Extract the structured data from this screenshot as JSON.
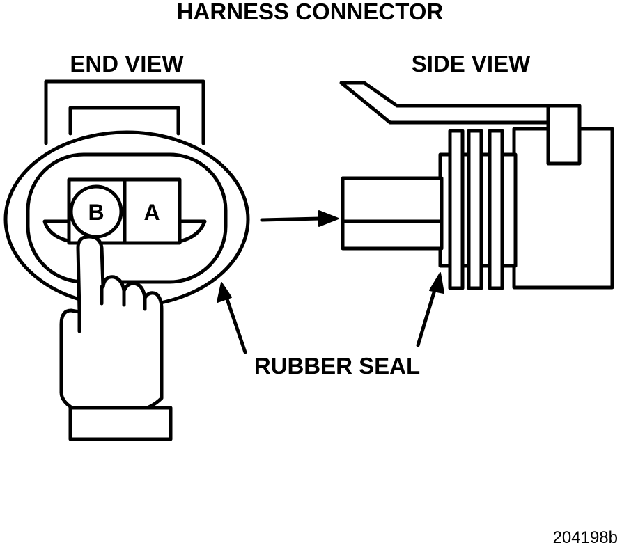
{
  "title": "HARNESS CONNECTOR",
  "end_view": {
    "label": "END VIEW",
    "terminal_b": "B",
    "terminal_a": "A"
  },
  "side_view": {
    "label": "SIDE VIEW"
  },
  "callout": "RUBBER SEAL",
  "figure_number": "204198b",
  "colors": {
    "line": "#000000",
    "background": "#ffffff"
  }
}
